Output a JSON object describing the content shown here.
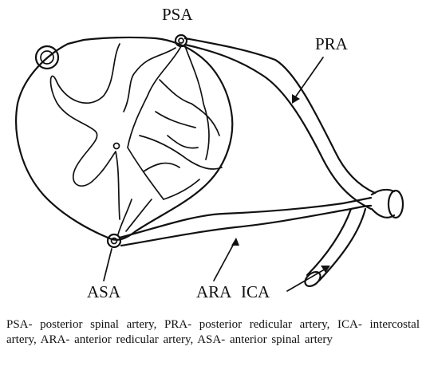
{
  "labels": {
    "psa": "PSA",
    "pra": "PRA",
    "asa": "ASA",
    "ara": "ARA",
    "ica": "ICA"
  },
  "caption": "PSA- posterior spinal artery, PRA- posterior redicular artery, ICA- intercostal artery, ARA- anterior redicular artery, ASA- anterior spinal artery",
  "colors": {
    "ink": "#111111",
    "background": "#ffffff"
  }
}
